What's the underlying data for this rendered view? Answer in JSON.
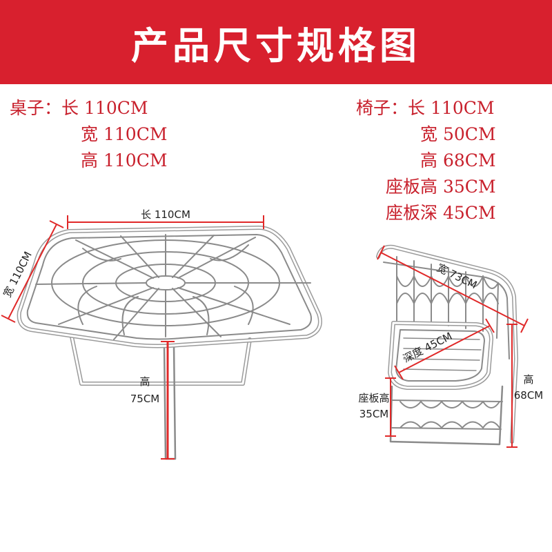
{
  "header": {
    "title": "产品尺寸规格图"
  },
  "table_spec": {
    "label": "桌子：",
    "rows": [
      {
        "key": "长",
        "value": "110CM"
      },
      {
        "key": "宽",
        "value": "110CM"
      },
      {
        "key": "高",
        "value": "110CM"
      }
    ]
  },
  "chair_spec": {
    "label": "椅子：",
    "rows": [
      {
        "key": "长",
        "value": "110CM"
      },
      {
        "key": "宽",
        "value": "50CM"
      },
      {
        "key": "高",
        "value": "68CM"
      },
      {
        "key": "座板高",
        "value": "35CM"
      },
      {
        "key": "座板深",
        "value": "45CM"
      }
    ]
  },
  "table_dims": {
    "length": "长 110CM",
    "width": "宽 110CM",
    "height_line1": "高",
    "height_line2": "75CM"
  },
  "chair_dims": {
    "width": "宽 73CM",
    "depth": "深度 45CM",
    "height_line1": "高",
    "height_line2": "68CM",
    "seat_height_line1": "座板高",
    "seat_height_line2": "35CM"
  },
  "colors": {
    "banner": "#d8202e",
    "spec_text": "#c8202c",
    "dimension_line": "#e02828",
    "rattan": "#8a8a8a"
  }
}
